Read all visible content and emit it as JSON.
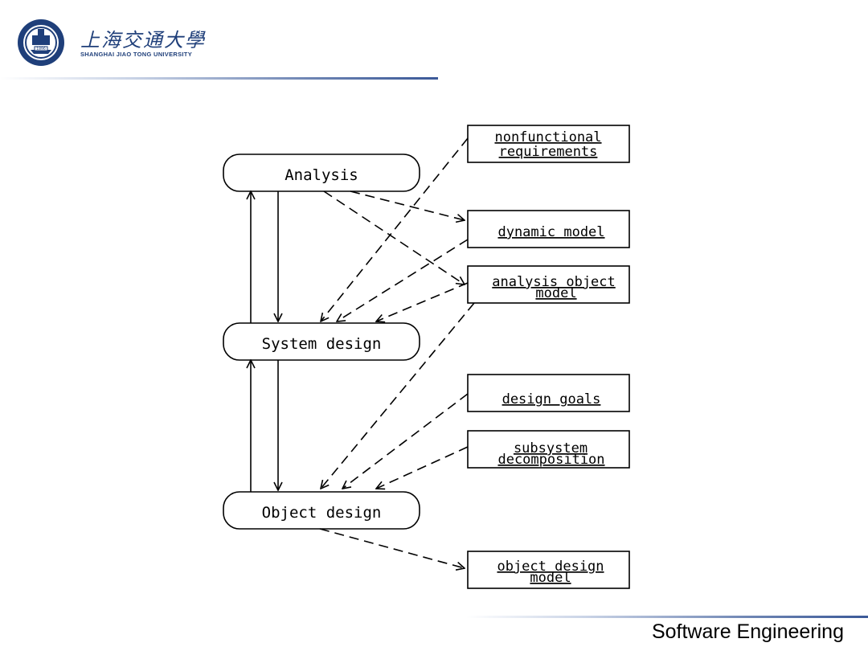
{
  "header": {
    "logo_text_cn": "上海交通大學",
    "logo_text_en": "SHANGHAI JIAO TONG UNIVERSITY",
    "emblem_year": "1896"
  },
  "diagram": {
    "activities": {
      "analysis": "Analysis",
      "system_design": "System design",
      "object_design": "Object design"
    },
    "products": {
      "nonfunctional_line1": "nonfunctional",
      "nonfunctional_line2": "requirements",
      "dynamic_model": "dynamic model",
      "analysis_object_line1": "analysis object",
      "analysis_object_line2": "model",
      "design_goals": "design goals",
      "subsystem_line1": "subsystem",
      "subsystem_line2": "decomposition",
      "object_design_model_line1": "object design",
      "object_design_model_line2": "model"
    }
  },
  "footer": {
    "title": "Software Engineering"
  }
}
